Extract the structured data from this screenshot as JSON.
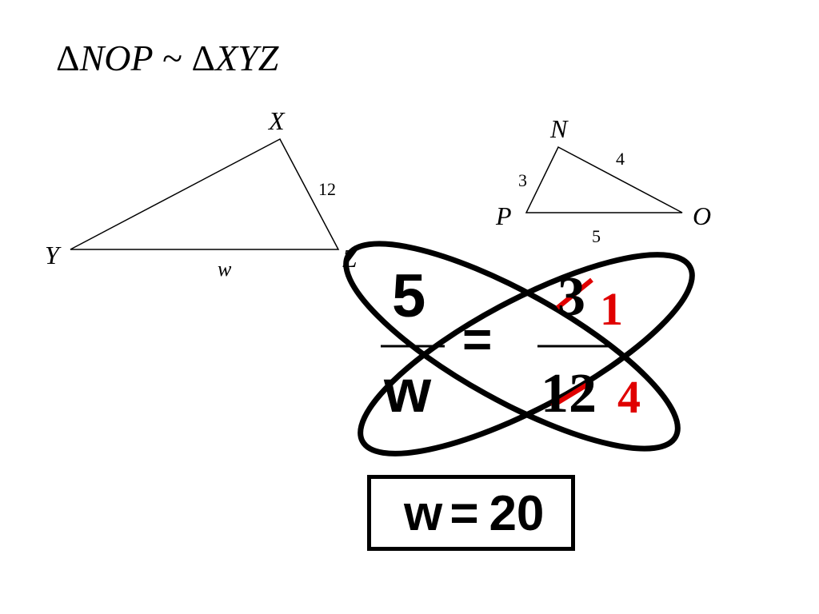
{
  "title": {
    "delta1": "Δ",
    "name1": "NOP",
    "tilde": " ~ ",
    "delta2": "Δ",
    "name2": "XYZ"
  },
  "triangle_xyz": {
    "vertex_x": "X",
    "vertex_y": "Y",
    "vertex_z": "Z",
    "side_xz": "12",
    "side_yz": "w"
  },
  "triangle_nop": {
    "vertex_n": "N",
    "vertex_o": "O",
    "vertex_p": "P",
    "side_pn": "3",
    "side_no": "4",
    "side_po": "5"
  },
  "proportion": {
    "left_numerator": "5",
    "left_denominator": "w",
    "equals": "=",
    "right_numerator": "3",
    "right_denominator": "12",
    "reduced_numerator": "1",
    "reduced_denominator": "4"
  },
  "answer": {
    "variable": "w",
    "equals": "=",
    "value": "20"
  },
  "colors": {
    "ink": "#000000",
    "correction": "#e00000"
  }
}
